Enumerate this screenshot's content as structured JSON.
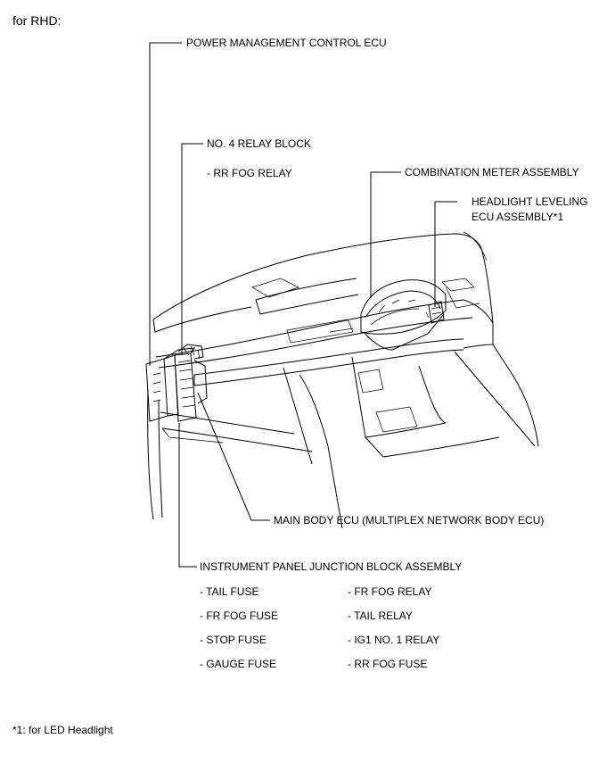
{
  "heading": "for RHD:",
  "callouts": {
    "power_mgmt": "POWER MANAGEMENT CONTROL ECU",
    "relay_block": "NO. 4 RELAY BLOCK",
    "relay_block_item": "- RR FOG RELAY",
    "combination_meter": "COMBINATION METER ASSEMBLY",
    "headlight_leveling_line1": "HEADLIGHT LEVELING",
    "headlight_leveling_line2": "ECU ASSEMBLY*1",
    "main_body_ecu": "MAIN BODY ECU (MULTIPLEX NETWORK BODY ECU)",
    "junction_block": "INSTRUMENT PANEL JUNCTION BLOCK ASSEMBLY"
  },
  "junction_items": {
    "left": [
      "- TAIL FUSE",
      "- FR FOG FUSE",
      "- STOP FUSE",
      "- GAUGE FUSE"
    ],
    "right": [
      "- FR FOG RELAY",
      "- TAIL RELAY",
      "- IG1 NO. 1 RELAY",
      "- RR FOG FUSE"
    ]
  },
  "footnote": "*1: for LED Headlight"
}
